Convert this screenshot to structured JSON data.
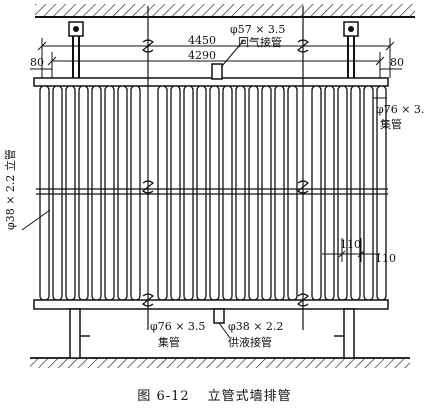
{
  "labels": {
    "return_size": "φ57 × 3.5",
    "return_name": "回气接管",
    "dim_overall": "4450",
    "dim_inner": "4290",
    "dim_left": "80",
    "dim_right": "80",
    "header_top_size": "φ76 × 3.",
    "header_top_name": "集管",
    "riser_label": "φ38 × 2.2 立管",
    "spacing_a": "110",
    "spacing_b": "110",
    "header_bottom_size": "φ76 × 3.5",
    "header_bottom_name": "集管",
    "supply_size": "φ38 × 2.2",
    "supply_name": "供液接管"
  },
  "caption": {
    "figure_number": "图 6-12",
    "title": "立管式墙排管"
  }
}
